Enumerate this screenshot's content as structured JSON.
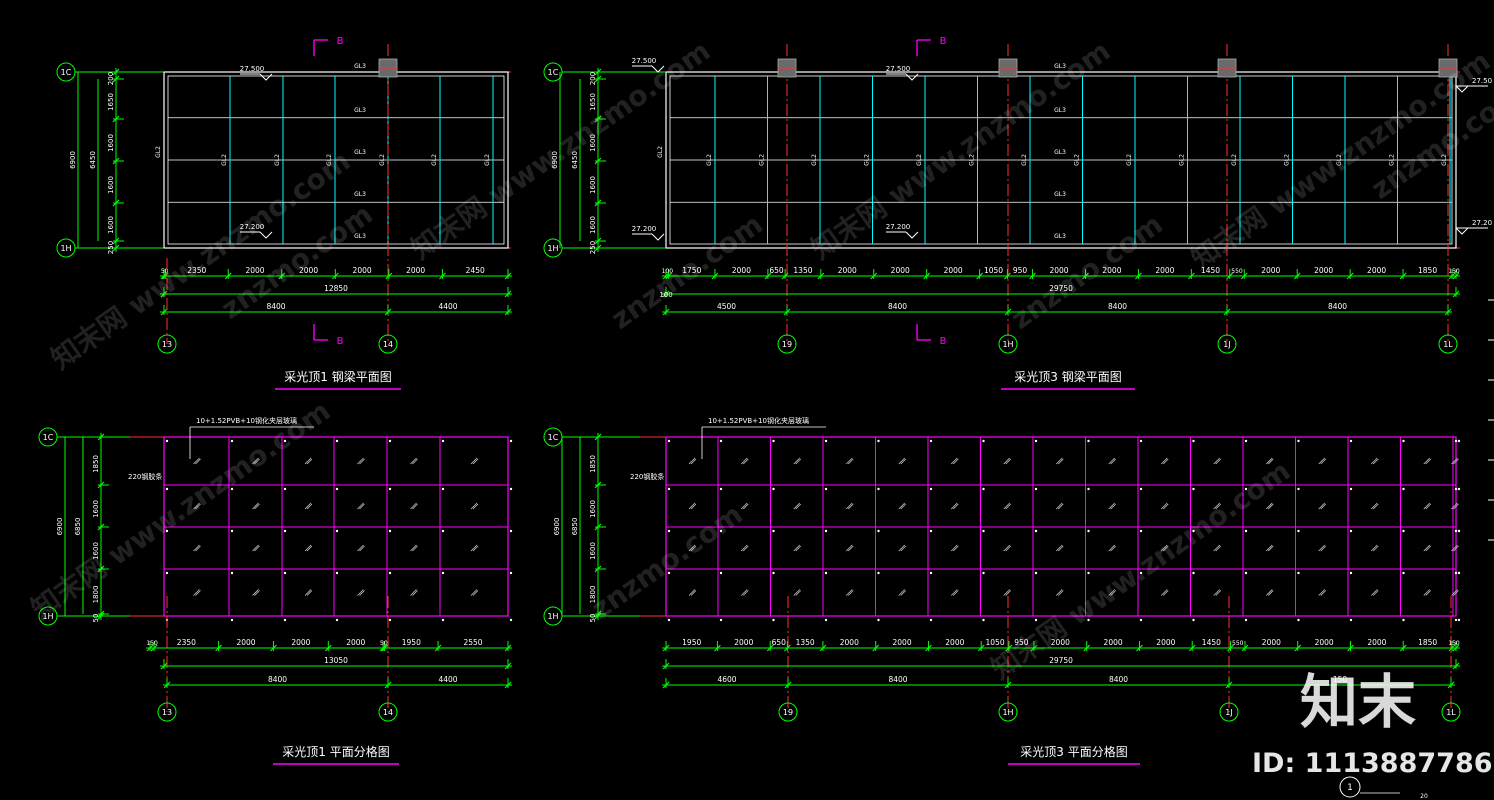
{
  "colors": {
    "background": "#000000",
    "dimension": "#00ff00",
    "steel_beam": "#00ffff",
    "edge": "#ffffff",
    "grid_axis": "#ff3030",
    "glass_grid": "#ff00ff",
    "title_underline": "#ff00ff",
    "section_mark": "#ff00ff"
  },
  "section_mark_label": "B",
  "beam_labels": {
    "gl2": "GL2",
    "gl3": "GL3"
  },
  "drawings": {
    "plan1": {
      "title": "采光顶1 钢梁平面图",
      "row_axes": [
        "1C",
        "1H"
      ],
      "col_axes": [
        "13",
        "14"
      ],
      "level_top": "27.500",
      "level_bottom": "27.200",
      "vertical_dims": [
        "200",
        "1650",
        "1600",
        "1600",
        "1600",
        "250"
      ],
      "vertical_total_inner": "6450",
      "vertical_total": "6900",
      "horizontal_dims": [
        "50",
        "2350",
        "2000",
        "2000",
        "2000",
        "2000",
        "2450"
      ],
      "total": "12850",
      "axis_dims": [
        "8400",
        "4400"
      ]
    },
    "plan3": {
      "title": "采光顶3 钢梁平面图",
      "row_axes": [
        "1C",
        "1H"
      ],
      "col_axes": [
        "19",
        "1H",
        "1J",
        "1L"
      ],
      "level_top": "27.500",
      "level_bottom": "27.200",
      "level_left_top": "27.500",
      "level_left_bottom": "27.200",
      "level_right_top": "27.50",
      "level_right_bottom": "27.20",
      "vertical_dims": [
        "200",
        "1650",
        "1600",
        "1600",
        "1600",
        "250"
      ],
      "vertical_total_inner": "6450",
      "vertical_total": "6900",
      "horizontal_dims": [
        "100",
        "1750",
        "2000",
        "650",
        "1350",
        "2000",
        "2000",
        "2000",
        "1050",
        "950",
        "2000",
        "2000",
        "2000",
        "1450",
        "550",
        "2000",
        "2000",
        "2000",
        "1850",
        "150"
      ],
      "offset_left": "100",
      "total": "29750",
      "axis_dims": [
        "4500",
        "8400",
        "8400",
        "8400"
      ]
    },
    "grid1": {
      "title": "采光顶1 平面分格图",
      "note": "10+1.52PVB+10钢化夹层玻璃",
      "note2": "220钢胶条",
      "row_axes": [
        "1C",
        "1H"
      ],
      "col_axes": [
        "13",
        "14"
      ],
      "vertical_dims": [
        "1850",
        "1600",
        "1600",
        "1800",
        "50"
      ],
      "vertical_total_inner": "6850",
      "vertical_total": "6900",
      "horizontal_dims": [
        "150",
        "2350",
        "2000",
        "2000",
        "2000",
        "50",
        "1950",
        "2550"
      ],
      "total": "13050",
      "axis_dims": [
        "8400",
        "4400"
      ]
    },
    "grid3": {
      "title": "采光顶3 平面分格图",
      "note": "10+1.52PVB+10钢化夹层玻璃",
      "note2": "220钢胶条",
      "row_axes": [
        "1C",
        "1H"
      ],
      "col_axes": [
        "19",
        "1H",
        "1J",
        "1L"
      ],
      "vertical_dims": [
        "1850",
        "1600",
        "1600",
        "1800",
        "50"
      ],
      "vertical_total_inner": "6850",
      "vertical_total": "6900",
      "horizontal_dims": [
        "1950",
        "2000",
        "650",
        "1350",
        "2000",
        "2000",
        "2000",
        "1050",
        "950",
        "2000",
        "2000",
        "2000",
        "1450",
        "550",
        "2000",
        "2000",
        "2000",
        "1850",
        "150"
      ],
      "total": "29750",
      "axis_dims": [
        "4600",
        "8400",
        "8400",
        "150"
      ]
    }
  },
  "watermark": {
    "brand": "知末",
    "id_label": "ID: 1113887786",
    "repeat_texts": [
      "知末网 www.znzmo.com",
      "znzmo.com"
    ]
  },
  "corner": {
    "circle_label": "1",
    "small_text": "20"
  }
}
